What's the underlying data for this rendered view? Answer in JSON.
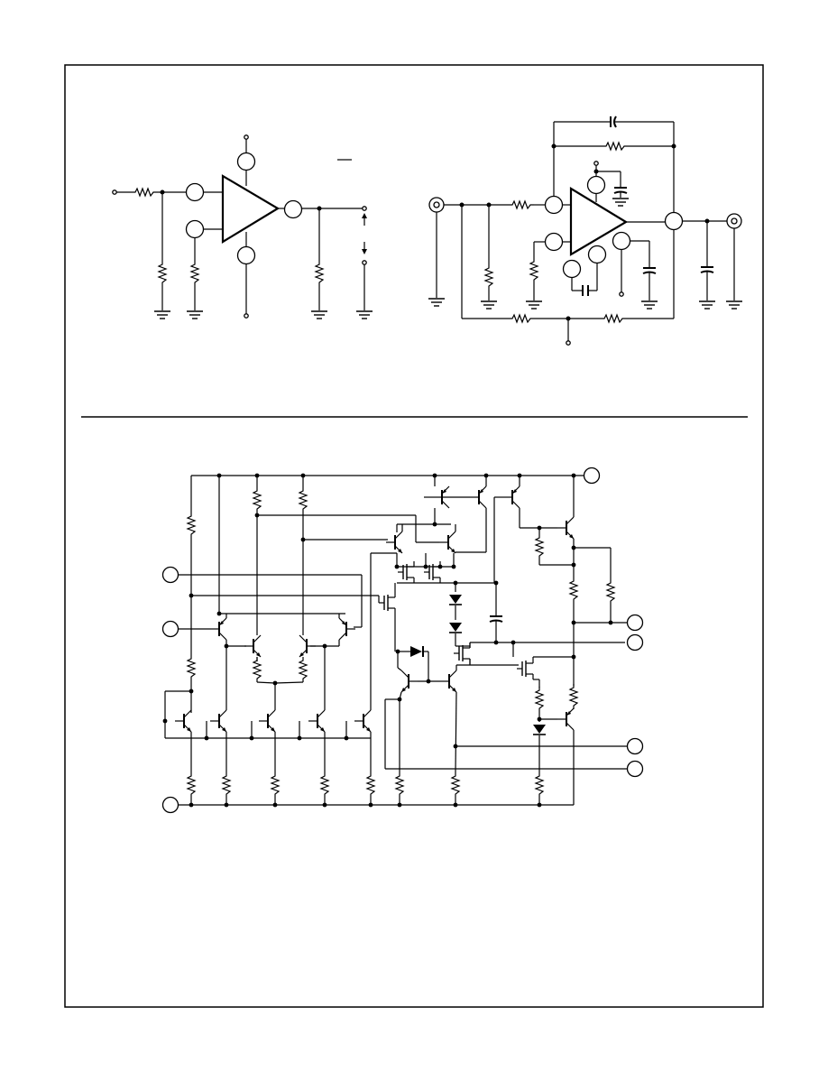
{
  "page": {
    "background": "#ffffff",
    "ink": "#000000"
  },
  "figures": [
    {
      "id": "test-circuit-left",
      "kind": "op-amp test circuit"
    },
    {
      "id": "test-circuit-right",
      "kind": "op-amp application circuit"
    },
    {
      "id": "schematic",
      "kind": "transistor-level equivalent schematic"
    }
  ]
}
